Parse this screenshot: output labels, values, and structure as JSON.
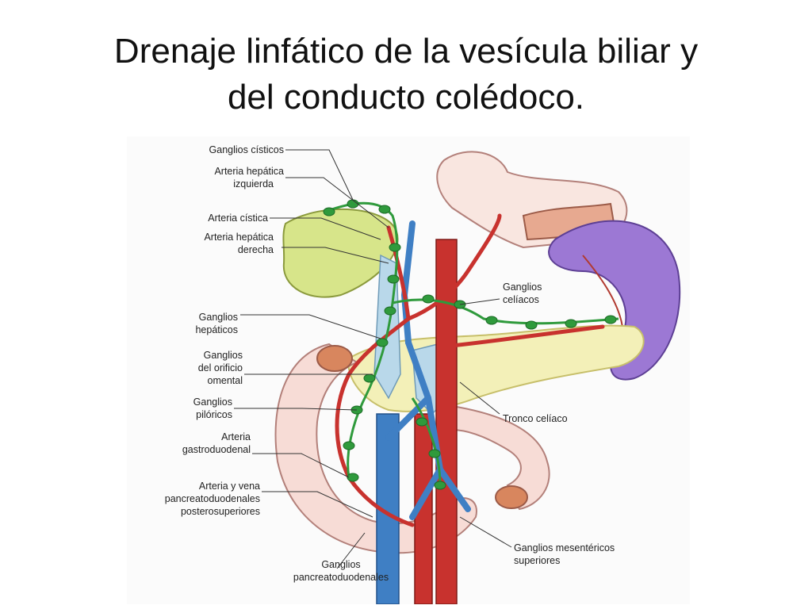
{
  "slide": {
    "title_line1": "Drenaje linfático de la vesícula biliar y",
    "title_line2": "del conducto colédoco."
  },
  "labels": {
    "ganglios_cisticos": "Ganglios císticos",
    "arteria_hepatica_izq_1": "Arteria hepática",
    "arteria_hepatica_izq_2": "izquierda",
    "arteria_cistica": "Arteria cística",
    "arteria_hepatica_der_1": "Arteria hepática",
    "arteria_hepatica_der_2": "derecha",
    "ganglios_hepaticos_1": "Ganglios",
    "ganglios_hepaticos_2": "hepáticos",
    "ganglios_orificio_1": "Ganglios",
    "ganglios_orificio_2": "del orificio",
    "ganglios_orificio_3": "omental",
    "ganglios_piloricos_1": "Ganglios",
    "ganglios_piloricos_2": "pilóricos",
    "arteria_gastroduodenal_1": "Arteria",
    "arteria_gastroduodenal_2": "gastroduodenal",
    "pancreatoduodenales_1": "Arteria y vena",
    "pancreatoduodenales_2": "pancreatoduodenales",
    "pancreatoduodenales_3": "posterosuperiores",
    "ganglios_celiacos_1": "Ganglios",
    "ganglios_celiacos_2": "celíacos",
    "tronco_celiaco": "Tronco celíaco",
    "ganglios_mesentericos_1": "Ganglios mesentéricos",
    "ganglios_mesentericos_2": "superiores",
    "ganglios_pancreatoduodenales_1": "Ganglios",
    "ganglios_pancreatoduodenales_2": "pancreatoduodenales"
  },
  "colors": {
    "artery": "#c8322e",
    "vein": "#3f7fc4",
    "lymph_node": "#2f9a3c",
    "gallbladder": "#d7e58a",
    "spleen": "#9c78d4",
    "pancreas": "#f3f0b8",
    "stomach": "#f9e6e0",
    "bile_duct": "#b9d8ea"
  }
}
